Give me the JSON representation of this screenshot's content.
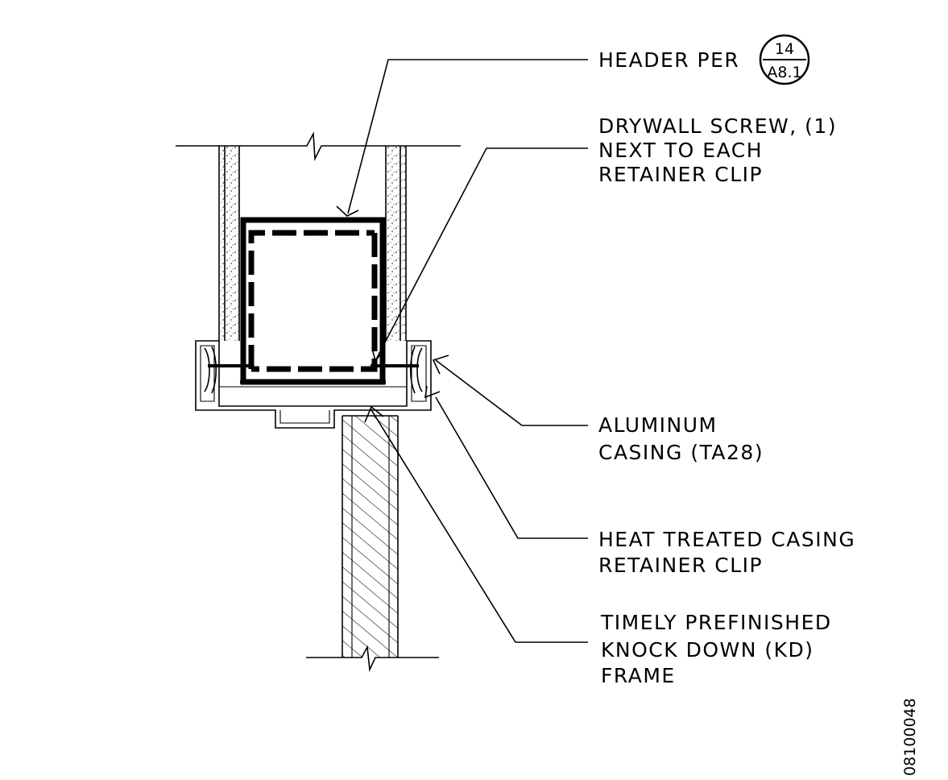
{
  "callouts": {
    "header": "HEADER PER",
    "detail_ref_top": "14",
    "detail_ref_bottom": "A8.1",
    "screw_line1": "DRYWALL SCREW, (1)",
    "screw_line2": "NEXT TO EACH",
    "screw_line3": "RETAINER CLIP",
    "casing_line1": "ALUMINUM",
    "casing_line2": "CASING (TA28)",
    "clip_line1": "HEAT TREATED CASING",
    "clip_line2": "RETAINER CLIP",
    "frame_line1": "TIMELY PREFINISHED",
    "frame_line2": "KNOCK DOWN (KD)",
    "frame_line3": "FRAME"
  },
  "drawing_number": "08100048",
  "colors": {
    "line": "#000000",
    "background": "#ffffff"
  }
}
